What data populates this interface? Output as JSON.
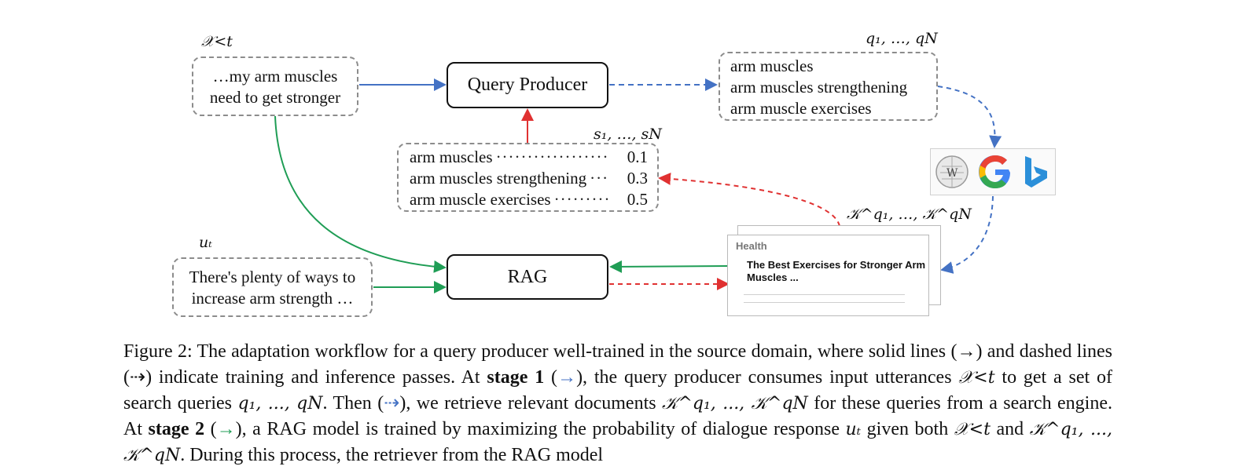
{
  "labels": {
    "x_lt": "𝒳<t",
    "q_set": "q₁, …, qN",
    "s_set": "s₁, …, sN",
    "k_set": "𝒦^q₁, …, 𝒦^qN",
    "u_t": "uₜ"
  },
  "boxes": {
    "input_line1": "…my arm muscles",
    "input_line2": "need to get stronger",
    "query_producer": "Query Producer",
    "rag": "RAG",
    "response_line1": "There's plenty of ways to",
    "response_line2": "increase arm strength …"
  },
  "queries": [
    "arm muscles",
    "arm muscles strengthening",
    "arm muscle exercises"
  ],
  "scores": [
    {
      "query": "arm muscles",
      "dots": "··················",
      "value": "0.1"
    },
    {
      "query": "arm muscles strengthening",
      "dots": "···",
      "value": "0.3"
    },
    {
      "query": "arm muscle exercises",
      "dots": "·········",
      "value": "0.5"
    }
  ],
  "document": {
    "category": "Health",
    "headline": "The Best Exercises for Stronger Arm Muscles ..."
  },
  "engines": [
    "wikipedia-icon",
    "google-icon",
    "bing-icon"
  ],
  "colors": {
    "training_blue": "#4472c4",
    "inference_red": "#e03131",
    "stage2_green": "#1f9d55",
    "box_border": "#8c8c8c"
  },
  "caption": {
    "p1": "Figure 2: The adaptation workflow for a query producer well-trained in the source domain, where solid lines (",
    "p2": ") and dashed lines (",
    "p3": ") indicate training and inference passes. At ",
    "stage1": "stage 1",
    "p4": " (",
    "p5": "), the query producer consumes input utterances ",
    "p6": " to get a set of search queries ",
    "p7": ". Then (",
    "p8": "), we retrieve relevant documents ",
    "p9": " for these queries from a search engine. At ",
    "stage2": "stage 2",
    "p10": " (",
    "p11": "), a RAG model is trained by maximizing the probability of dialogue response ",
    "p12": " given both ",
    "p13": " and ",
    "p14": ". During this process, the retriever from the RAG model",
    "solid_arrow": "→",
    "dashed_arrow": "⇢",
    "m_x": "𝒳<t",
    "m_q": "q₁, ..., qN",
    "m_k": "𝒦^q₁, ..., 𝒦^qN",
    "m_u": "uₜ"
  }
}
